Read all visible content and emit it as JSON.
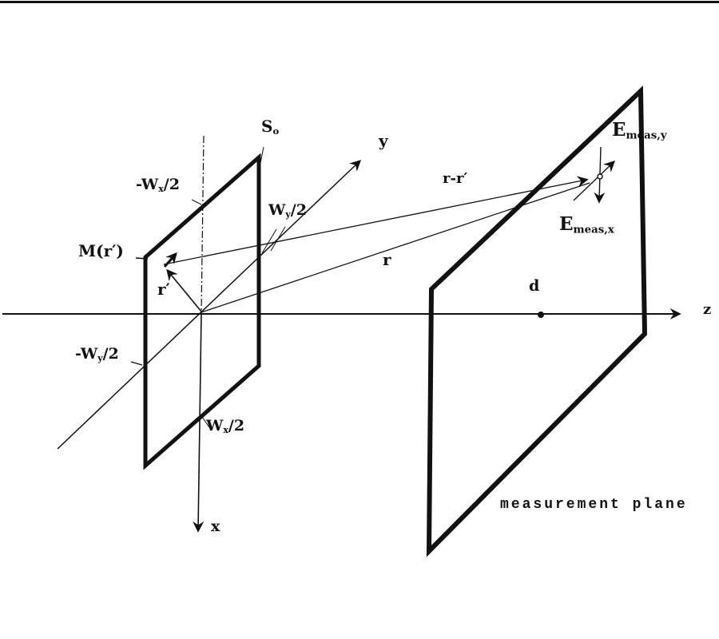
{
  "figure": {
    "type": "scanned-technical-diagram",
    "colors": {
      "ink": "#111111",
      "background": "#ffffff"
    }
  },
  "labels": {
    "source_plane": {
      "pre": "S",
      "sub": "o"
    },
    "axis_y": "y",
    "axis_x": "x",
    "axis_z": "z",
    "wx_neg": {
      "pre": "-W",
      "sub": "x",
      "post": "/2"
    },
    "wy_pos": {
      "pre": "W",
      "sub": "y",
      "post": "/2"
    },
    "wy_neg": {
      "pre": "-W",
      "sub": "y",
      "post": "/2"
    },
    "wx_pos": {
      "pre": "W",
      "sub": "x",
      "post": "/2"
    },
    "m_point": "M(r′)",
    "r_prime": "r′",
    "r": "r",
    "r_minus_r_prime": "r-r′",
    "d": "d",
    "e_meas_y": {
      "pre": "E",
      "sub": "meas,y"
    },
    "e_meas_x": {
      "pre": "E",
      "sub": "meas,x"
    },
    "measurement_plane": "measurement plane"
  }
}
